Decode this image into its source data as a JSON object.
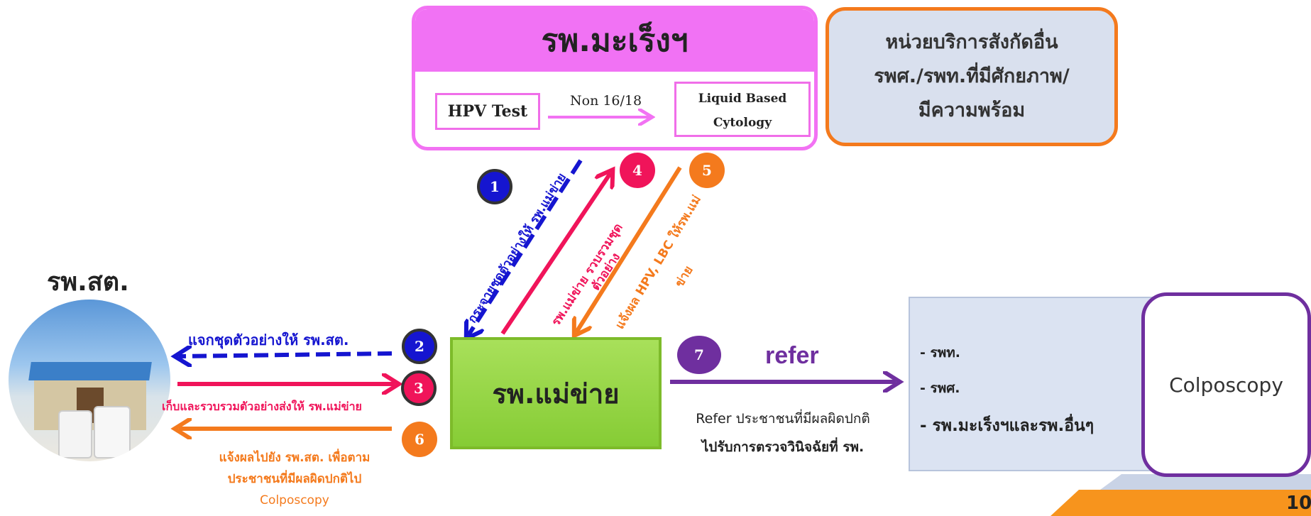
{
  "main_hospital": {
    "title": "รพ.มะเร็งฯ",
    "hpv_test": "HPV Test",
    "arrow_label": "Non 16/18",
    "lbc_line1": "Liquid Based",
    "lbc_line2": "Cytology"
  },
  "other_unit": {
    "line1": "หน่วยบริการสังกัดอื่น",
    "line2": "รพศ./รพท.ที่มีศักยภาพ/",
    "line3": "มีความพร้อม"
  },
  "health_center": {
    "title": "รพ.สต."
  },
  "hub": {
    "title": "รพ.แม่ข่าย"
  },
  "steps": [
    {
      "number": "1",
      "color": "#1515d0",
      "text": "กระจายชุดตัวอย่างให้ รพ.แม่ข่าย"
    },
    {
      "number": "2",
      "color": "#1515d0",
      "text": "แจกชุดตัวอย่างให้ รพ.สต."
    },
    {
      "number": "3",
      "color": "#f0145a",
      "text": "เก็บและรวบรวมตัวอย่างส่งให้ รพ.แม่ข่าย"
    },
    {
      "number": "4",
      "color": "#f0145a",
      "text_line1": "รพ.แม่ข่าย รวบรวมชุด",
      "text_line2": "ตัวอย่าง"
    },
    {
      "number": "5",
      "color": "#f47a1d",
      "text_line1": "แจ้งผล HPV, LBC ให้รพ.แม่",
      "text_line2": "ข่าย"
    },
    {
      "number": "6",
      "color": "#f47a1d",
      "text_line1": "แจ้งผลไปยัง รพ.สต. เพื่อตาม",
      "text_line2": "ประชาชนที่มีผลผิดปกติไป",
      "text_line3": "Colposcopy"
    },
    {
      "number": "7",
      "color": "#6f2f9f",
      "label": "refer",
      "text_line1": "Refer ประชาชนที่มีผลผิดปกติ",
      "text_line2": "ไปรับการตรวจวินิจฉัยที่ รพ."
    }
  ],
  "destinations": [
    "- รพท.",
    "- รพศ.",
    "- รพ.มะเร็งฯและรพ.อื่นๆ"
  ],
  "colposcopy": "Colposcopy",
  "page_number": "10",
  "colors": {
    "pink": "#f272f3",
    "orange": "#f47a1d",
    "blue": "#1515d0",
    "magenta": "#f0145a",
    "purple": "#6f2f9f",
    "green": "#8fd13f"
  }
}
